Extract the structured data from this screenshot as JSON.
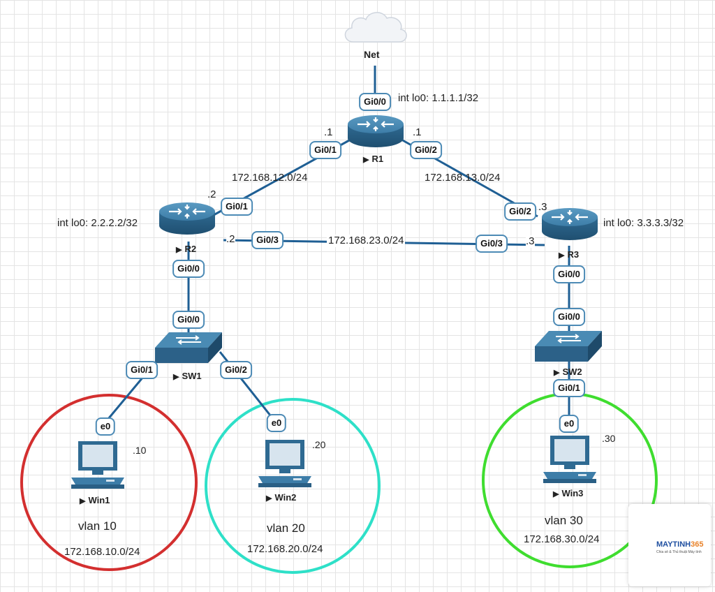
{
  "cloud": {
    "name": "Net"
  },
  "routers": [
    {
      "id": "r1",
      "name": "R1",
      "loopback": "int lo0: 1.1.1.1/32"
    },
    {
      "id": "r2",
      "name": "R2",
      "loopback": "int lo0: 2.2.2.2/32"
    },
    {
      "id": "r3",
      "name": "R3",
      "loopback": "int lo0: 3.3.3.3/32"
    }
  ],
  "switches": [
    {
      "id": "sw1",
      "name": "SW1"
    },
    {
      "id": "sw2",
      "name": "SW2"
    }
  ],
  "hosts": [
    {
      "id": "win1",
      "name": "Win1",
      "port": "e0",
      "ip_suffix": ".10",
      "vlan": "vlan 10",
      "subnet": "172.168.10.0/24",
      "color": "#d32f2f"
    },
    {
      "id": "win2",
      "name": "Win2",
      "port": "e0",
      "ip_suffix": ".20",
      "vlan": "vlan 20",
      "subnet": "172.168.20.0/24",
      "color": "#2ee0c8"
    },
    {
      "id": "win3",
      "name": "Win3",
      "port": "e0",
      "ip_suffix": ".30",
      "vlan": "vlan 30",
      "subnet": "172.168.30.0/24",
      "color": "#3fdd2f"
    }
  ],
  "ports": {
    "r1_gi00": "Gi0/0",
    "r1_gi01": "Gi0/1",
    "r1_gi02": "Gi0/2",
    "r2_gi01": "Gi0/1",
    "r2_gi03": "Gi0/3",
    "r2_gi00": "Gi0/0",
    "r3_gi02": "Gi0/2",
    "r3_gi03": "Gi0/3",
    "r3_gi00": "Gi0/0",
    "sw1_gi00": "Gi0/0",
    "sw1_gi01": "Gi0/1",
    "sw1_gi02": "Gi0/2",
    "sw2_gi00": "Gi0/0",
    "sw2_gi01": "Gi0/1"
  },
  "links": {
    "r1_r2": {
      "subnet": "172.168.12.0/24",
      "r1_ip": ".1",
      "r2_ip": ".2"
    },
    "r1_r3": {
      "subnet": "172.168.13.0/24",
      "r1_ip": ".1",
      "r3_ip": ".3"
    },
    "r2_r3": {
      "subnet": "172.168.23.0/24",
      "r2_ip": ".2",
      "r3_ip": ".3"
    }
  },
  "logo": {
    "brand_text": "MAYTINH",
    "brand_num": "365",
    "tagline": "Chia sẻ & Thủ thuật Máy tính"
  },
  "colors": {
    "link": "#1f5f94",
    "router_body": "#2f6f98",
    "port_border": "#4c8ab5"
  }
}
